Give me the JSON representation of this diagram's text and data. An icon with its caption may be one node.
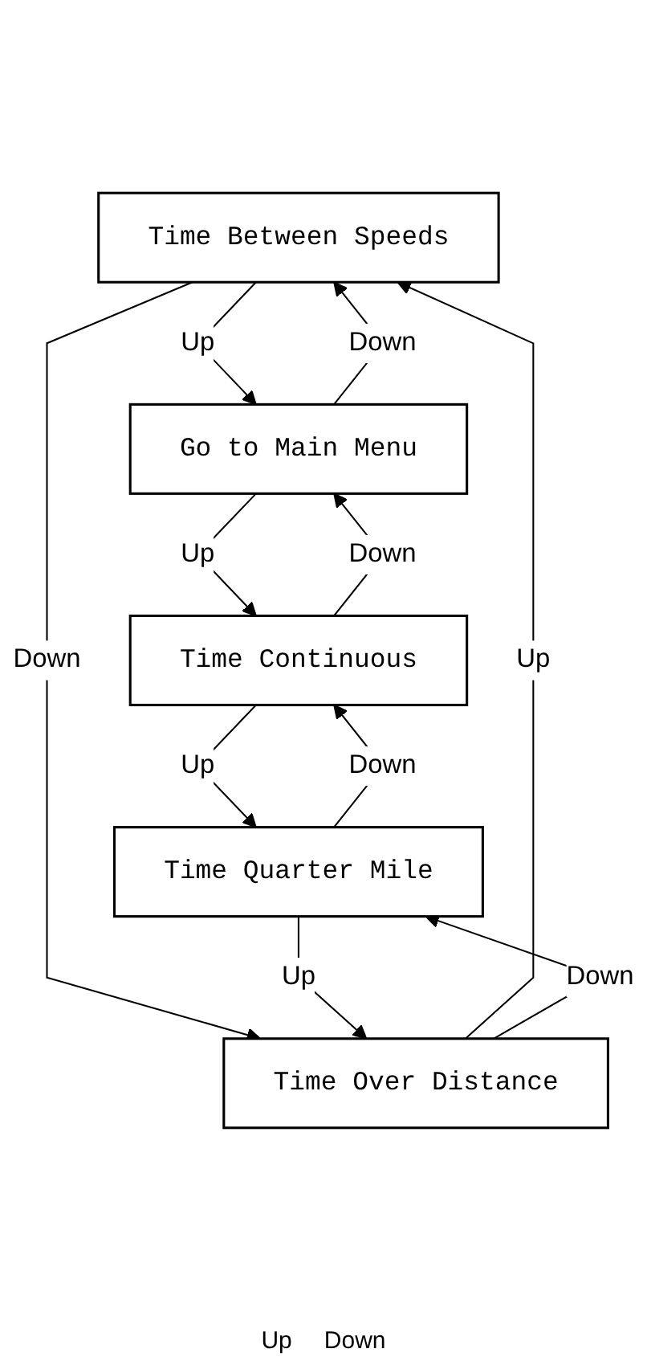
{
  "diagram": {
    "nodes": [
      {
        "text": [
          "Time Between Speeds"
        ]
      },
      {
        "text": [
          "Time Over Distance"
        ]
      },
      {
        "text": [
          "Time Quarter Mile"
        ]
      },
      {
        "text": [
          "Time Continuous"
        ]
      },
      {
        "text": [
          "Go to Main Menu"
        ]
      }
    ],
    "edges": [
      {
        "from": 0,
        "to": 4,
        "arrow": "to",
        "label": "Up"
      },
      {
        "from": 4,
        "to": 0,
        "arrow": "to",
        "label": "Down"
      },
      {
        "from": 1,
        "to": 0,
        "arrow": "to",
        "label": "Up"
      },
      {
        "from": 0,
        "to": 1,
        "arrow": "to",
        "label": "Down"
      },
      {
        "from": 2,
        "to": 1,
        "arrow": "to",
        "label": "Up"
      },
      {
        "from": 1,
        "to": 2,
        "arrow": "to",
        "label": "Down"
      },
      {
        "from": 3,
        "to": 2,
        "arrow": "to",
        "label": "Up"
      },
      {
        "from": 2,
        "to": 3,
        "arrow": "to",
        "label": "Down"
      },
      {
        "from": 4,
        "to": 3,
        "arrow": "to",
        "label": "Up"
      },
      {
        "from": 3,
        "to": 4,
        "arrow": "to",
        "label": "Down"
      }
    ],
    "labels": [
      "Up",
      "Down"
    ]
  }
}
